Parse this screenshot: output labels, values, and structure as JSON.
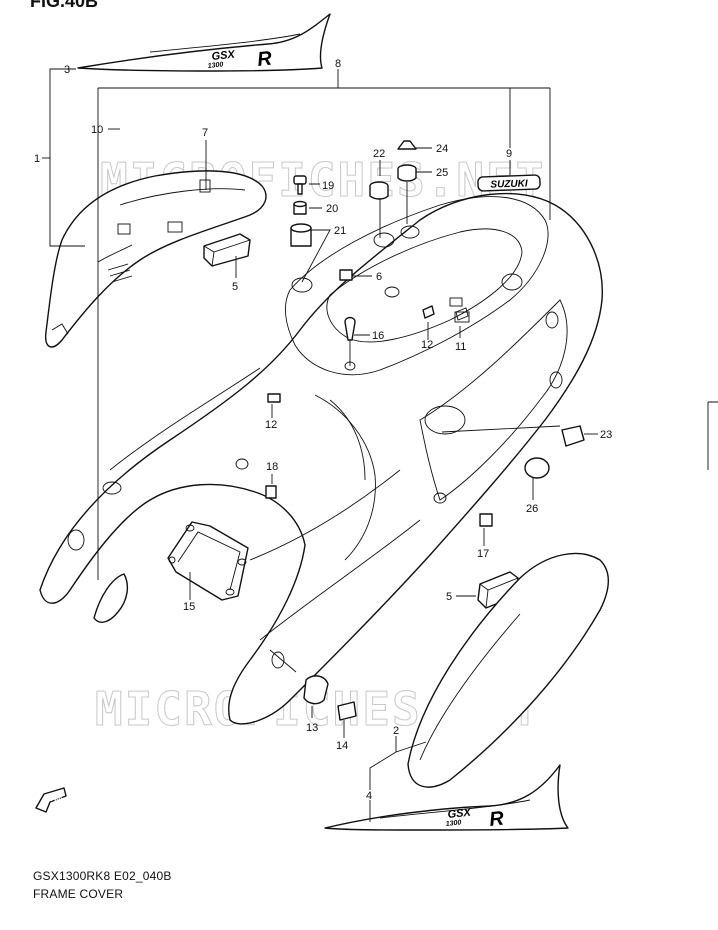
{
  "figure_label": "FIG.40B",
  "watermark_text": "MICROFICHES.NET",
  "decal_text": {
    "model": "GSX",
    "displacement": "1300",
    "suffix": "R",
    "brand_badge": "SUZUKI"
  },
  "fwd_label": "FWD",
  "callouts": [
    "1",
    "2",
    "3",
    "4",
    "5",
    "5",
    "6",
    "7",
    "8",
    "9",
    "10",
    "11",
    "12",
    "12",
    "13",
    "14",
    "15",
    "16",
    "17",
    "18",
    "19",
    "20",
    "21",
    "22",
    "23",
    "24",
    "25",
    "26"
  ],
  "caption": {
    "model_code": "GSX1300RK8 E02_040B",
    "title": "FRAME COVER"
  },
  "colors": {
    "line": "#111111",
    "watermark": "#c8c8c8",
    "background": "#ffffff"
  }
}
